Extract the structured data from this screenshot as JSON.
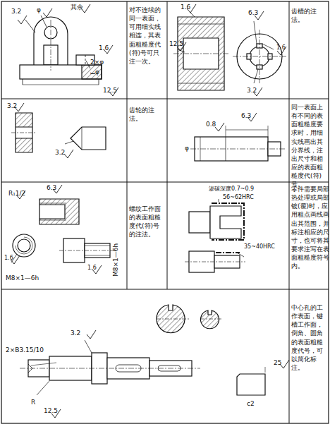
{
  "diagram": {
    "labels": [
      "3.2",
      "φ",
      "其余",
      "1.6",
      "2×φ",
      "⌴φ",
      "12.5",
      "对不连续的同一表面，可用细实线相连，其表面粗糙度代(符)号可只注一次。",
      "1.6",
      "6.3",
      "12.5",
      "1.6",
      "3.2",
      "齿槽的注法。",
      "3.2",
      "3.2",
      "齿轮的注法。",
      "0.8",
      "6.3",
      "φ",
      "同一表面上有不同的表面粗糙度要求时，用细实线画出其分界线，注出尺寸和相应的表面粗糙度代(符)号。",
      "R₁1/2",
      "6.3",
      "M8×1—6h",
      "1.6",
      "M8×1—6h",
      "1.6",
      "螺纹工作面的表面粗糙度代(符)号的注法。",
      "渗碳深度0.7~0.9",
      "56~62HRC",
      "35~40HRC",
      "零件需要局部热处理或局部镀(覆)时，应用粗点画线画出其范围，并标注相应的尺寸，也可将其要求注写在表面粗糙度符号内。",
      "2×B3.15/10",
      "3.2",
      "R",
      "12.5",
      "25",
      "c2",
      "中心孔的工作表面，键槽工作面，倒角、圆角的表面粗糙度代号，可以简化标注。"
    ]
  }
}
